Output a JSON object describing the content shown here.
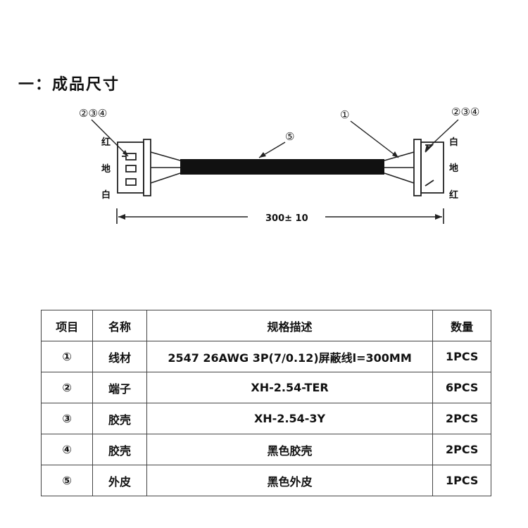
{
  "section_title": "一：成品尺寸",
  "drawing": {
    "left_callout": "②③④",
    "right_callout_wire": "①",
    "right_callout_parts": "②③④",
    "jacket_callout": "⑤",
    "left_pins": [
      "红",
      "地",
      "白"
    ],
    "right_pins": [
      "白",
      "地",
      "红"
    ],
    "dimension": "300± 10"
  },
  "table": {
    "headers": [
      "项目",
      "名称",
      "规格描述",
      "数量"
    ],
    "rows": [
      [
        "①",
        "线材",
        "2547 26AWG 3P(7/0.12)屏蔽线l=300MM",
        "1PCS"
      ],
      [
        "②",
        "端子",
        "XH-2.54-TER",
        "6PCS"
      ],
      [
        "③",
        "胶壳",
        "XH-2.54-3Y",
        "2PCS"
      ],
      [
        "④",
        "胶壳",
        "黑色胶壳",
        "2PCS"
      ],
      [
        "⑤",
        "外皮",
        "黑色外皮",
        "1PCS"
      ]
    ]
  }
}
